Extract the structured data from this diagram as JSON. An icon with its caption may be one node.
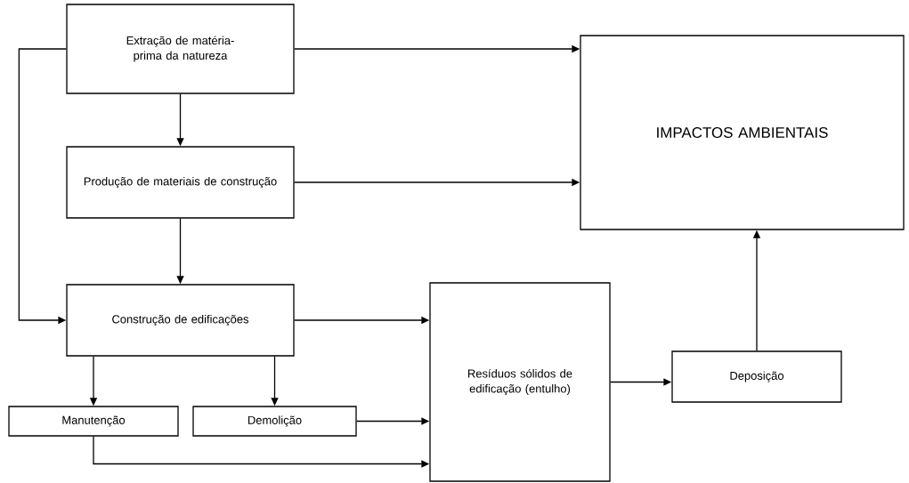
{
  "diagram": {
    "nodes": [
      {
        "text": [
          "Extração de matéria-prima da natureza"
        ]
      },
      {
        "text": [
          "IMPACTOS AMBIENTAIS"
        ]
      },
      {
        "text": [
          "Produção de materiais de construção"
        ]
      },
      {
        "text": [
          "Construção de edificações"
        ]
      },
      {
        "text": [
          "Resíduos sólidos de edificação (entulho)"
        ]
      },
      {
        "text": [
          "Deposição"
        ]
      },
      {
        "text": [
          "Manutenção"
        ]
      },
      {
        "text": [
          "Demolição"
        ]
      }
    ],
    "edges": [
      {
        "from": 0,
        "to": 1,
        "arrow": "to"
      },
      {
        "from": 0,
        "to": 2,
        "arrow": "to"
      },
      {
        "from": 0,
        "to": 3,
        "arrow": "to"
      },
      {
        "from": 2,
        "to": 1,
        "arrow": "to"
      },
      {
        "from": 2,
        "to": 3,
        "arrow": "to"
      },
      {
        "from": 3,
        "to": 4,
        "arrow": "to"
      },
      {
        "from": 3,
        "to": 6,
        "arrow": "to"
      },
      {
        "from": 3,
        "to": 7,
        "arrow": "to"
      },
      {
        "from": 7,
        "to": 4,
        "arrow": "to"
      },
      {
        "from": 6,
        "to": 4,
        "arrow": "to"
      },
      {
        "from": 4,
        "to": 5,
        "arrow": "to"
      },
      {
        "from": 5,
        "to": 1,
        "arrow": "to"
      }
    ]
  }
}
